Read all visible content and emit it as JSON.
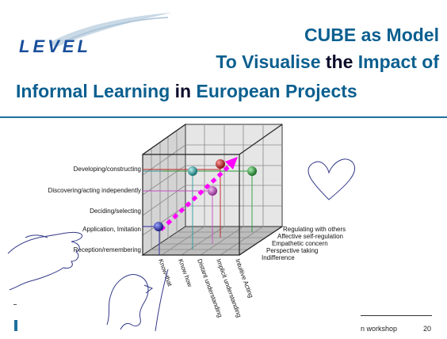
{
  "logo_text": "LEVEL",
  "title": {
    "line1": "CUBE as Model",
    "line2_a": "To Visualise",
    "line2_b": " the ",
    "line2_c": "Impact of",
    "line3_a": "Informal Learning",
    "line3_b": " in ",
    "line3_c": "European Projects"
  },
  "y_axis_labels": [
    "Developing/constructing",
    "Discovering/acting independently",
    "Deciding/selecting",
    "Application, Imitation",
    "Reception/remembering"
  ],
  "x_axis_labels": [
    "Know-that",
    "Know how",
    "Distant understanding",
    "Implicit understanding",
    "Intuitive Acting"
  ],
  "z_axis_labels": [
    "Regulating with others",
    "Affective self-regulation",
    "Empathetic concern",
    "Perspective taking",
    "Indifference"
  ],
  "colors": {
    "title": "#0b5f8f",
    "title_dark": "#0b0b2a",
    "trend_arrow": "#ff00ff",
    "sphere_blue": "#2a2aa0",
    "sphere_teal": "#2a9a9a",
    "sphere_red": "#c02020",
    "sphere_magenta": "#c050c0",
    "sphere_green": "#2a9a3a"
  },
  "footer": {
    "text": "n workshop",
    "page": "20"
  }
}
